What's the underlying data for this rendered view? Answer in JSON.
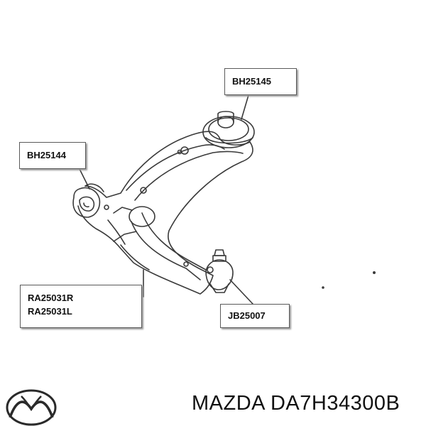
{
  "callouts": {
    "upper_bushing": "BH25145",
    "front_bushing": "BH25144",
    "arm_right": "RA25031R",
    "arm_left": "RA25031L",
    "ball_joint": "JB25007"
  },
  "footer": {
    "brand_logo": "mazda-logo",
    "part_label": "MAZDA DA7H34300B"
  },
  "colors": {
    "line": "#3a3a3a",
    "box_border": "#5a5a5a",
    "text": "#111111",
    "background": "#ffffff"
  }
}
